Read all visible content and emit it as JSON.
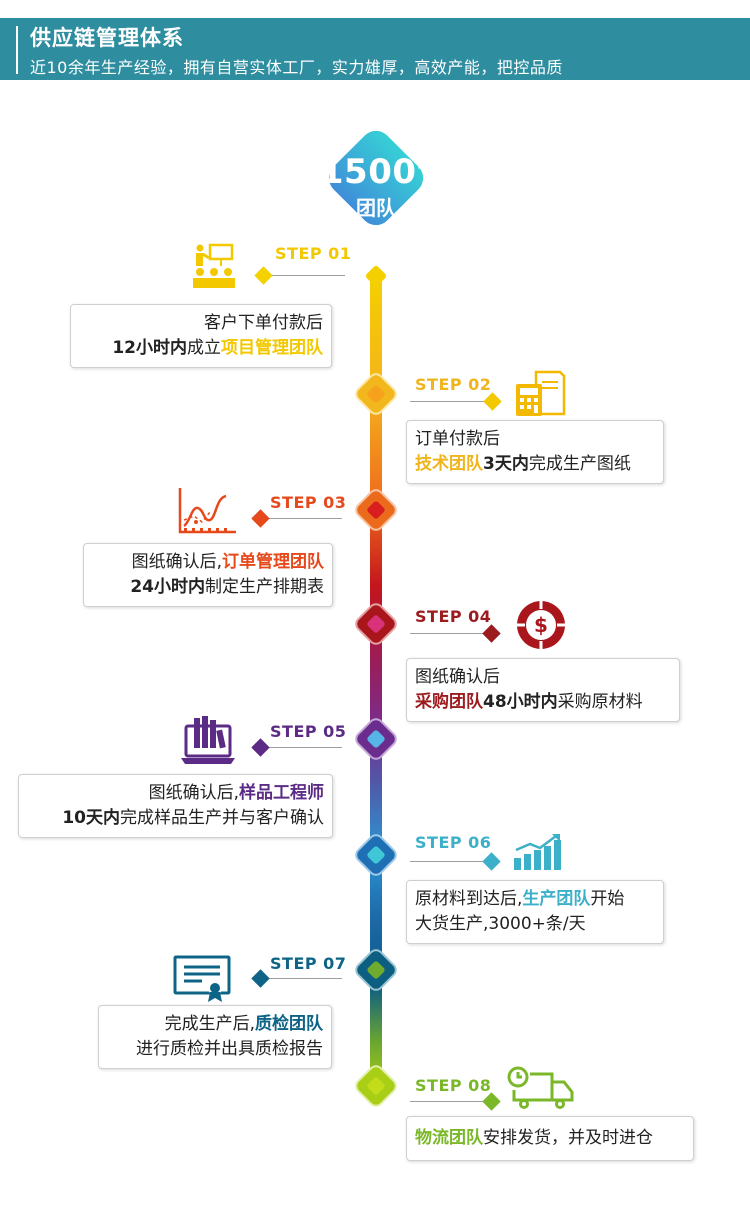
{
  "header": {
    "title": "供应链管理体系",
    "subtitle": "近10余年生产经验，拥有自营实体工厂，实力雄厚，高效产能，把控品质"
  },
  "badge": {
    "number": "1500",
    "plus": "+",
    "label": "团队"
  },
  "colors": {
    "header_bg": "#2e8ea0",
    "step1": "#f3c800",
    "step2": "#f0b41c",
    "step3": "#e6491b",
    "step4": "#9b1b1e",
    "step5": "#5b2b86",
    "step6": "#3cb0c9",
    "step7": "#0d6486",
    "step8": "#7ab829"
  },
  "steps": [
    {
      "label": "STEP 01",
      "icon": "training-team-icon",
      "lines": [
        {
          "parts": [
            {
              "text": "客户下单付款后",
              "bold": false
            }
          ]
        },
        {
          "parts": [
            {
              "text": "12小时内",
              "bold": true
            },
            {
              "text": "成立",
              "bold": false
            },
            {
              "text": "项目管理团队",
              "bold": true,
              "accent": true
            }
          ]
        }
      ]
    },
    {
      "label": "STEP 02",
      "icon": "calculator-document-icon",
      "lines": [
        {
          "parts": [
            {
              "text": "订单付款后",
              "bold": false
            }
          ]
        },
        {
          "parts": [
            {
              "text": "技术团队",
              "bold": true,
              "accent": true
            },
            {
              "text": "3天内",
              "bold": true
            },
            {
              "text": "完成生产图纸",
              "bold": false
            }
          ]
        }
      ]
    },
    {
      "label": "STEP 03",
      "icon": "line-chart-icon",
      "lines": [
        {
          "parts": [
            {
              "text": "图纸确认后,",
              "bold": false
            },
            {
              "text": "订单管理团队",
              "bold": true,
              "accent": true
            }
          ]
        },
        {
          "parts": [
            {
              "text": "24小时内",
              "bold": true
            },
            {
              "text": "制定生产排期表",
              "bold": false
            }
          ]
        }
      ]
    },
    {
      "label": "STEP 04",
      "icon": "dollar-cycle-icon",
      "lines": [
        {
          "parts": [
            {
              "text": "图纸确认后",
              "bold": false
            }
          ]
        },
        {
          "parts": [
            {
              "text": "采购团队",
              "bold": true,
              "accent": true
            },
            {
              "text": "48小时内",
              "bold": true
            },
            {
              "text": "采购原材料",
              "bold": false
            }
          ]
        }
      ]
    },
    {
      "label": "STEP 05",
      "icon": "laptop-books-icon",
      "lines": [
        {
          "parts": [
            {
              "text": "图纸确认后,",
              "bold": false
            },
            {
              "text": "样品工程师",
              "bold": true,
              "accent": true
            }
          ]
        },
        {
          "parts": [
            {
              "text": "10天内",
              "bold": true
            },
            {
              "text": "完成样品生产并与客户确认",
              "bold": false
            }
          ]
        }
      ]
    },
    {
      "label": "STEP 06",
      "icon": "growth-bars-icon",
      "lines": [
        {
          "parts": [
            {
              "text": "原材料到达后,",
              "bold": false
            },
            {
              "text": "生产团队",
              "bold": true,
              "accent": true
            },
            {
              "text": "开始",
              "bold": false
            }
          ]
        },
        {
          "parts": [
            {
              "text": "大货生产,3000+条/天",
              "bold": false
            }
          ]
        }
      ]
    },
    {
      "label": "STEP 07",
      "icon": "certificate-icon",
      "lines": [
        {
          "parts": [
            {
              "text": "完成生产后,",
              "bold": false
            },
            {
              "text": "质检团队",
              "bold": true,
              "accent": true
            }
          ]
        },
        {
          "parts": [
            {
              "text": "进行质检并出具质检报告",
              "bold": false
            }
          ]
        }
      ]
    },
    {
      "label": "STEP 08",
      "icon": "delivery-truck-icon",
      "lines": [
        {
          "parts": [
            {
              "text": "物流团队",
              "bold": true,
              "accent": true
            },
            {
              "text": "安排发货，并及时进仓",
              "bold": false
            }
          ]
        }
      ]
    }
  ]
}
